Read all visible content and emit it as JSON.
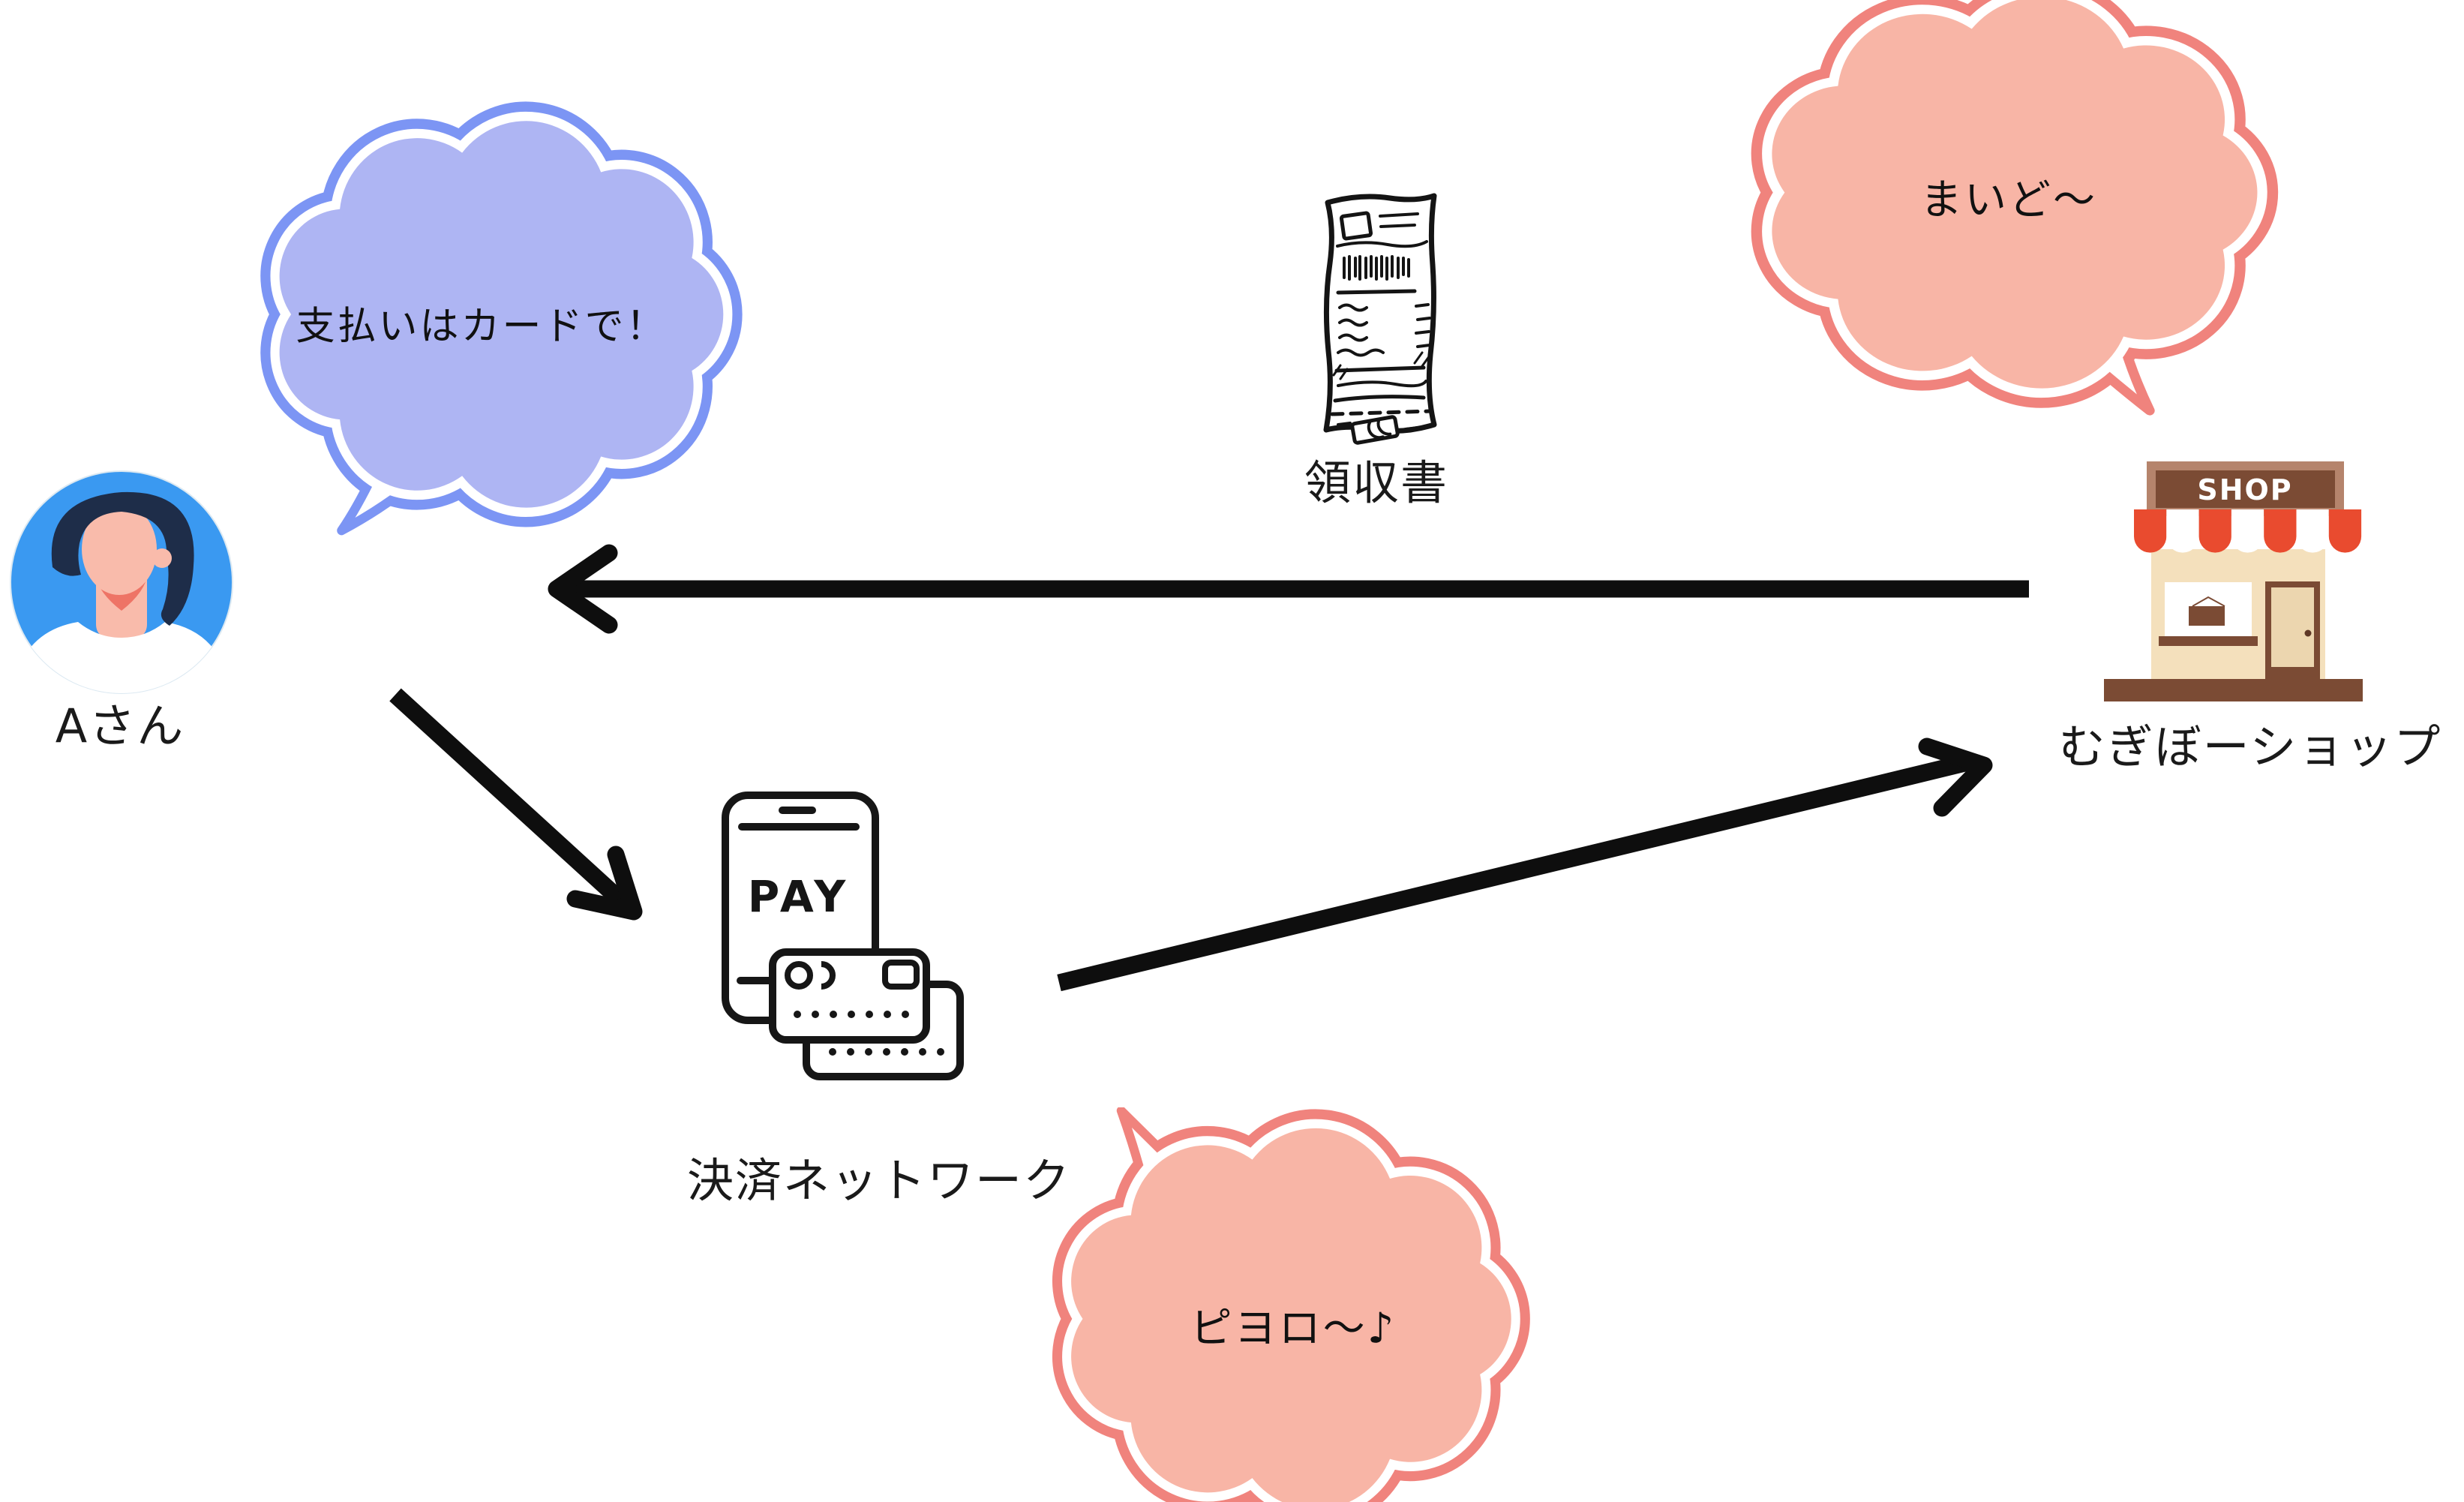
{
  "nodes": {
    "customer": {
      "label": "Aさん",
      "bubble_text": "支払いはカードで！",
      "icon": "person-avatar"
    },
    "payment_network": {
      "label": "決済ネットワーク",
      "phone_screen_text": "PAY",
      "bubble_text": "ピヨロ〜♪",
      "icon": "smartphone-with-credit-cards"
    },
    "shop": {
      "label": "むぎぼーショップ",
      "sign_text": "SHOP",
      "bubble_text": "まいど〜",
      "icon": "storefront"
    },
    "receipt": {
      "label": "領収書",
      "icon": "paper-receipt"
    }
  },
  "arrows": [
    {
      "name": "receipt-arrow",
      "from": "shop",
      "to": "customer",
      "direction": "right-to-left"
    },
    {
      "name": "payment-request-arrow",
      "from": "customer",
      "to": "payment_network",
      "direction": "down-right"
    },
    {
      "name": "network-to-shop-arrow",
      "from": "payment_network",
      "to": "shop",
      "direction": "up-right"
    }
  ],
  "colors": {
    "customer_bubble_border": "#7C95F4",
    "customer_bubble_fill": "#AEB5F3",
    "shop_bubble_border": "#F0837D",
    "shop_bubble_fill": "#F8B5A6",
    "avatar_background": "#3A99F1",
    "avatar_hair": "#1E2D49",
    "avatar_skin": "#F9BBAB",
    "arrow_black": "#0E0E0E",
    "awning_red": "#E94B2F",
    "shop_brown": "#7B4B34",
    "shop_wall_beige": "#F4E0BC"
  }
}
